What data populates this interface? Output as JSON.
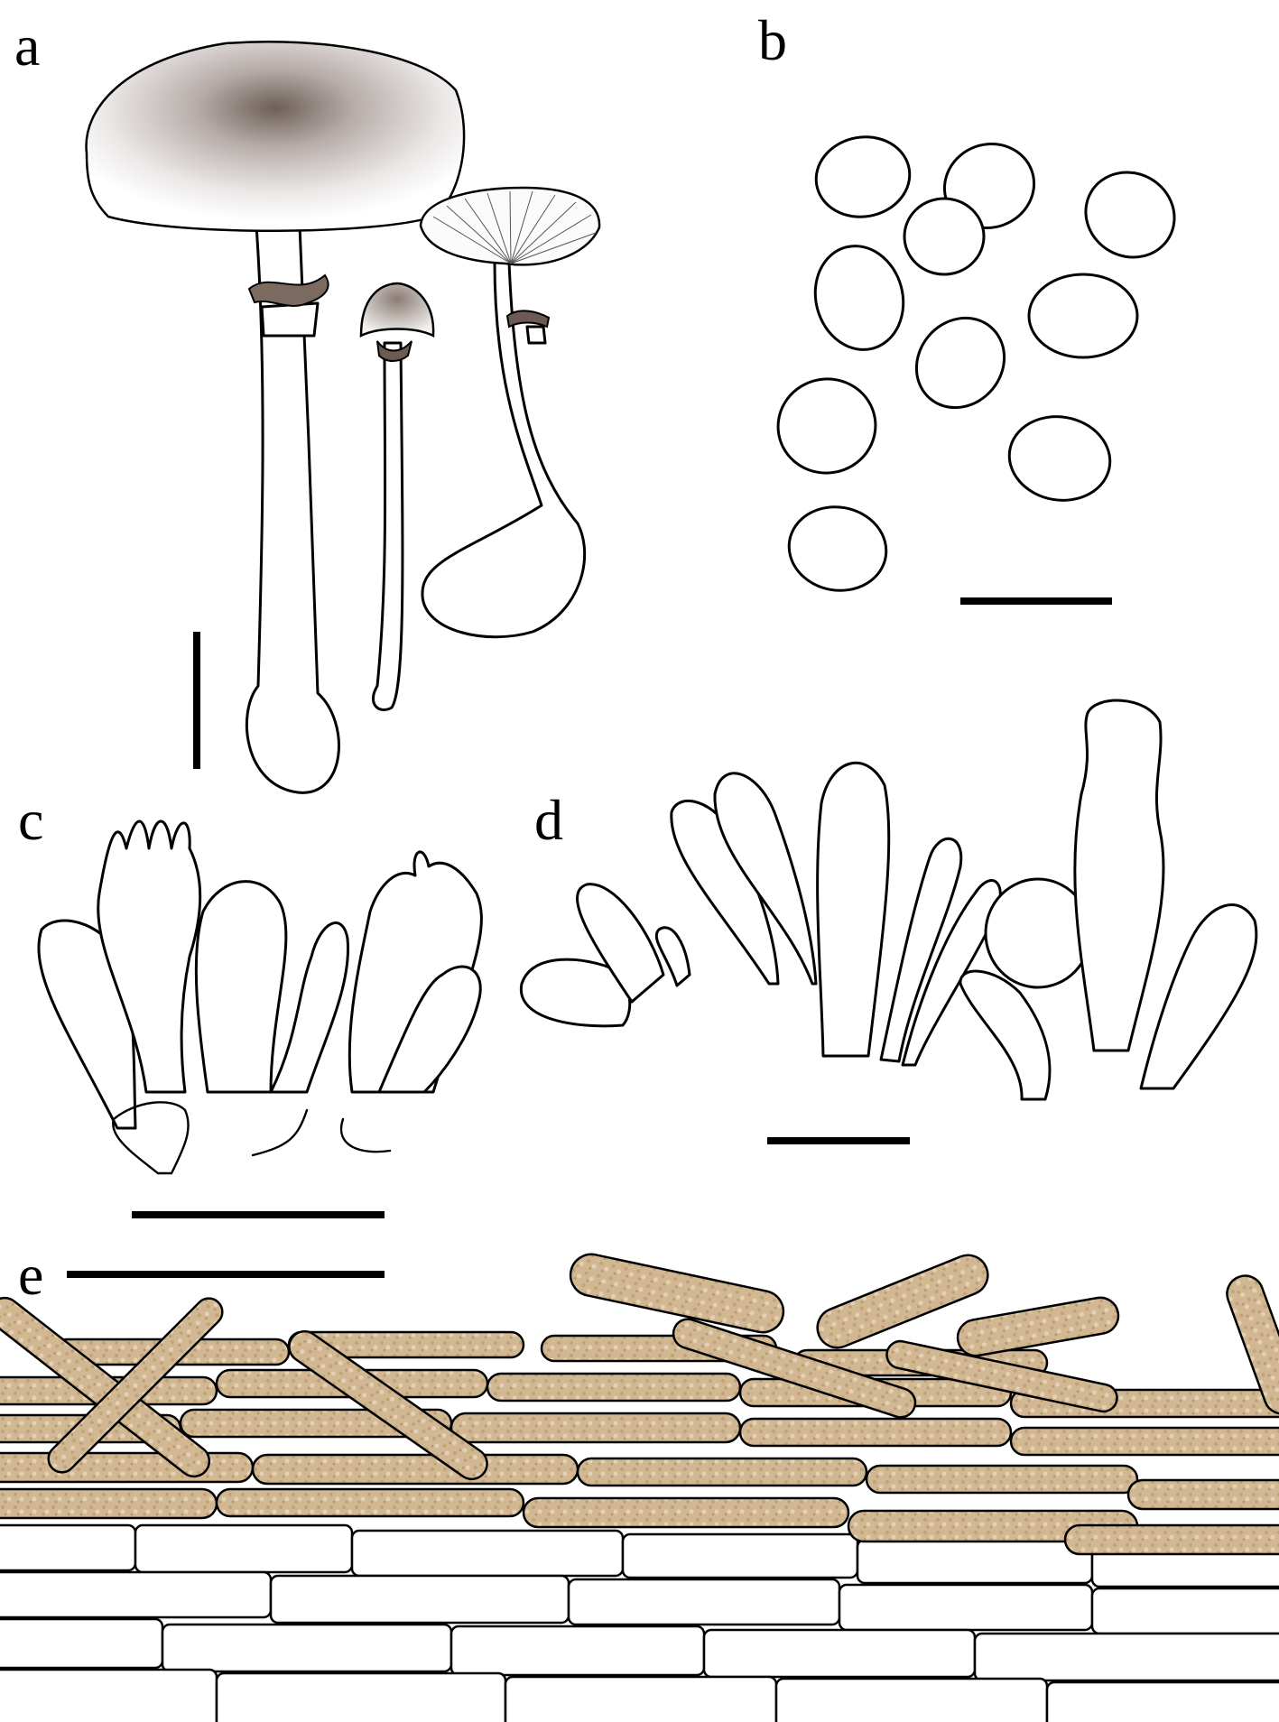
{
  "figure": {
    "panel_labels": [
      "a",
      "b",
      "c",
      "d",
      "e"
    ],
    "panels": [
      {
        "label": "a",
        "content": "basidiomata-habit",
        "scale_bar": "vertical"
      },
      {
        "label": "b",
        "content": "basidiospores",
        "spore_count": 10,
        "scale_bar": "horizontal"
      },
      {
        "label": "c",
        "content": "basidia",
        "scale_bar": "horizontal"
      },
      {
        "label": "d",
        "content": "cheilocystidia",
        "scale_bar": "horizontal"
      },
      {
        "label": "e",
        "content": "pileipellis",
        "scale_bar": "horizontal"
      }
    ],
    "colors": {
      "outline": "#000000",
      "background": "#ffffff",
      "pigment": "#d2b793",
      "pigment_dark": "#b89a6e",
      "cap_shade": "#6e6058"
    }
  }
}
